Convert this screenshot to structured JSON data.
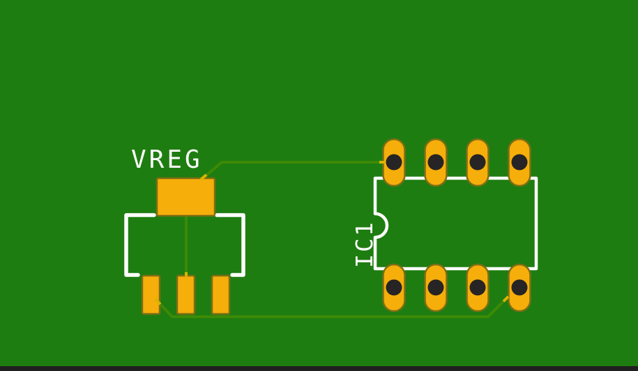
{
  "view": {
    "type": "pcb-layout-canvas",
    "layer_shown": "copper-and-silkscreen"
  },
  "colors": {
    "board": "#1E7D10",
    "trace": "#3D8A06",
    "pad_fill": "#F6AE0A",
    "pad_border": "#7C6E14",
    "hole": "#262424",
    "silkscreen": "#FFFFFF",
    "copper_stub": "#D9B400",
    "bottom_bar": "#202020",
    "label_text": "#FFFFFF"
  },
  "components": {
    "vreg": {
      "label": "VREG",
      "package": "3-pin regulator with tab pad",
      "smd_pad_count": 4
    },
    "ic1": {
      "label": "IC1",
      "package": "8-pin through-hole DIP",
      "pin_count": 8
    }
  },
  "traces": [
    {
      "from": "VREG tab pad (top-right)",
      "to": "IC1 top-left pad"
    },
    {
      "from": "VREG tab pad (bottom)",
      "to": "VREG middle bottom pad"
    },
    {
      "from": "VREG left bottom pad",
      "to": "IC1 bottom-right pad"
    }
  ]
}
